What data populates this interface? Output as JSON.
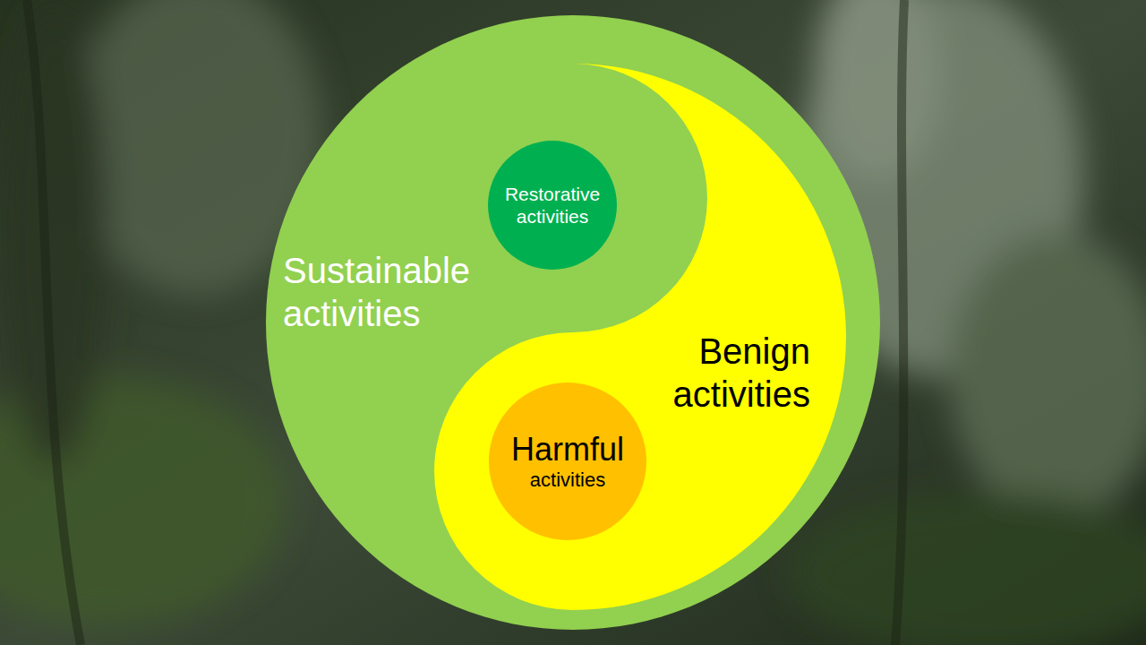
{
  "diagram": {
    "nodes": [
      {
        "text": [
          "Sustainable activities"
        ]
      },
      {
        "text": [
          "Restorative activities"
        ],
        "in": 0
      },
      {
        "text": [
          "Benign activities"
        ],
        "in": 0
      },
      {
        "text": [
          "Harmful",
          "activities"
        ],
        "in": 2
      }
    ]
  }
}
